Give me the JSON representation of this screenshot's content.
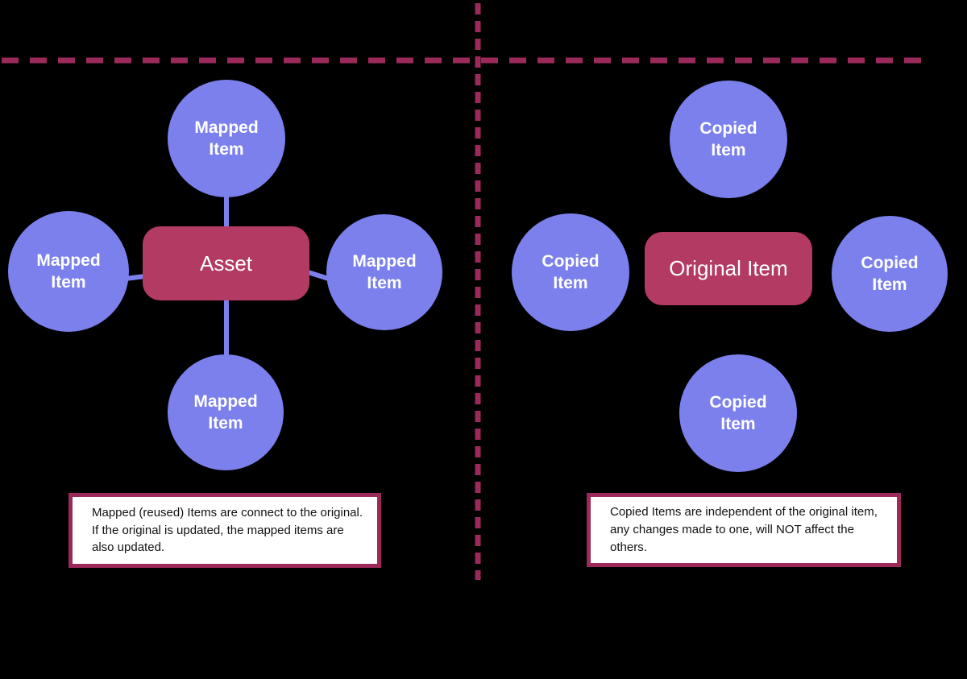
{
  "colors": {
    "background": "#000000",
    "node_circle_fill": "#7B80EC",
    "node_box_fill": "#B33A62",
    "divider_line": "#9B2A5B",
    "note_border": "#9B2A5B",
    "note_background": "#FFFFFF",
    "node_text": "#FFFFFF",
    "note_text": "#111111"
  },
  "left_panel": {
    "center": {
      "label": "Asset"
    },
    "satellites": [
      {
        "position": "top",
        "label": "Mapped Item"
      },
      {
        "position": "left",
        "label": "Mapped Item"
      },
      {
        "position": "right",
        "label": "Mapped Item"
      },
      {
        "position": "bottom",
        "label": "Mapped Item"
      }
    ],
    "note": "Mapped (reused) Items are connect to the original. If the original is updated, the mapped items are also updated."
  },
  "right_panel": {
    "center": {
      "label": "Original Item"
    },
    "satellites": [
      {
        "position": "top",
        "label": "Copied Item"
      },
      {
        "position": "left",
        "label": "Copied Item"
      },
      {
        "position": "right",
        "label": "Copied Item"
      },
      {
        "position": "bottom",
        "label": "Copied Item"
      }
    ],
    "note": "Copied Items are independent of the original item, any changes made to one, will NOT affect the others."
  }
}
